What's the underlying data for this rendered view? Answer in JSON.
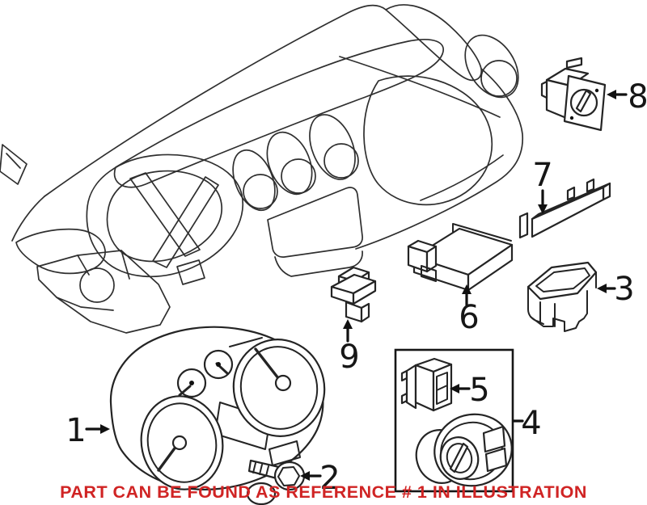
{
  "notice": {
    "text": "PART CAN BE FOUND AS REFERENCE # 1 IN ILLUSTRATION"
  },
  "callouts": [
    {
      "number": "1",
      "part": "instrument-cluster"
    },
    {
      "number": "2",
      "part": "mounting-bolt"
    },
    {
      "number": "3",
      "part": "switch-housing-bracket"
    },
    {
      "number": "4",
      "part": "headlight-switch"
    },
    {
      "number": "5",
      "part": "push-switch"
    },
    {
      "number": "6",
      "part": "control-module"
    },
    {
      "number": "7",
      "part": "trim-blank-plate"
    },
    {
      "number": "8",
      "part": "key-lock-switch"
    },
    {
      "number": "9",
      "part": "dash-sensor-switch"
    }
  ],
  "colors": {
    "line": "#2f2f2f",
    "label": "#161616",
    "notice": "#d02424",
    "background": "#ffffff"
  }
}
